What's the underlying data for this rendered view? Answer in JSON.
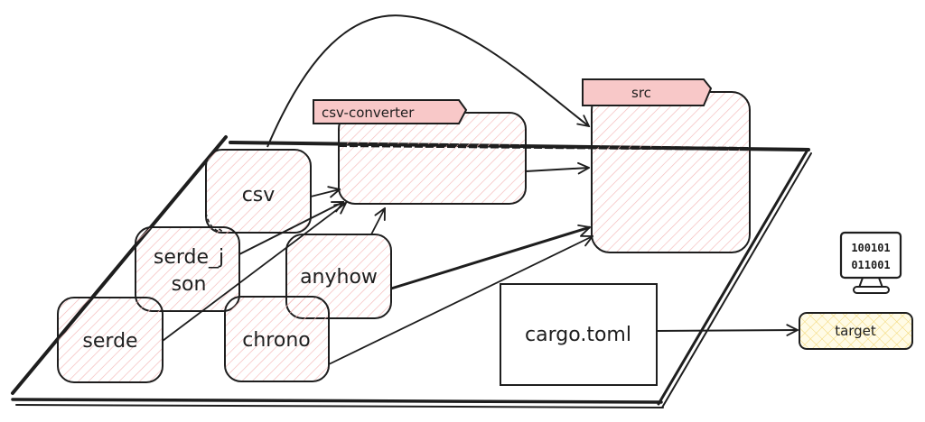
{
  "diagram": {
    "title": "Rust csv-converter project layout",
    "colors": {
      "stroke": "#1e1e1e",
      "crate_hatch": "#f4b8b8",
      "tag_fill": "#f8c8c8",
      "target_hatch": "#f5dc70",
      "target_fill": "#fffbe6",
      "background": "#ffffff"
    },
    "crates": [
      {
        "id": "csv",
        "label": "csv"
      },
      {
        "id": "serde_json",
        "label_line1": "serde_j",
        "label_line2": "son"
      },
      {
        "id": "serde",
        "label": "serde"
      },
      {
        "id": "anyhow",
        "label": "anyhow"
      },
      {
        "id": "chrono",
        "label": "chrono"
      }
    ],
    "containers": [
      {
        "id": "csv-converter",
        "tag": "csv-converter"
      },
      {
        "id": "src",
        "tag": "src"
      }
    ],
    "manifest": {
      "label": "cargo.toml"
    },
    "target": {
      "label": "target"
    },
    "computer_icon": {
      "icon": "computer-binary-icon",
      "line1": "100101",
      "line2": "011001"
    },
    "edges": [
      {
        "from": "csv",
        "to": "csv-converter"
      },
      {
        "from": "serde_json",
        "to": "csv-converter"
      },
      {
        "from": "serde",
        "to": "csv-converter"
      },
      {
        "from": "anyhow",
        "to": "csv-converter"
      },
      {
        "from": "csv",
        "to": "src"
      },
      {
        "from": "csv-converter",
        "to": "src"
      },
      {
        "from": "anyhow",
        "to": "src"
      },
      {
        "from": "chrono",
        "to": "src"
      },
      {
        "from": "cargo.toml",
        "to": "target"
      }
    ]
  }
}
